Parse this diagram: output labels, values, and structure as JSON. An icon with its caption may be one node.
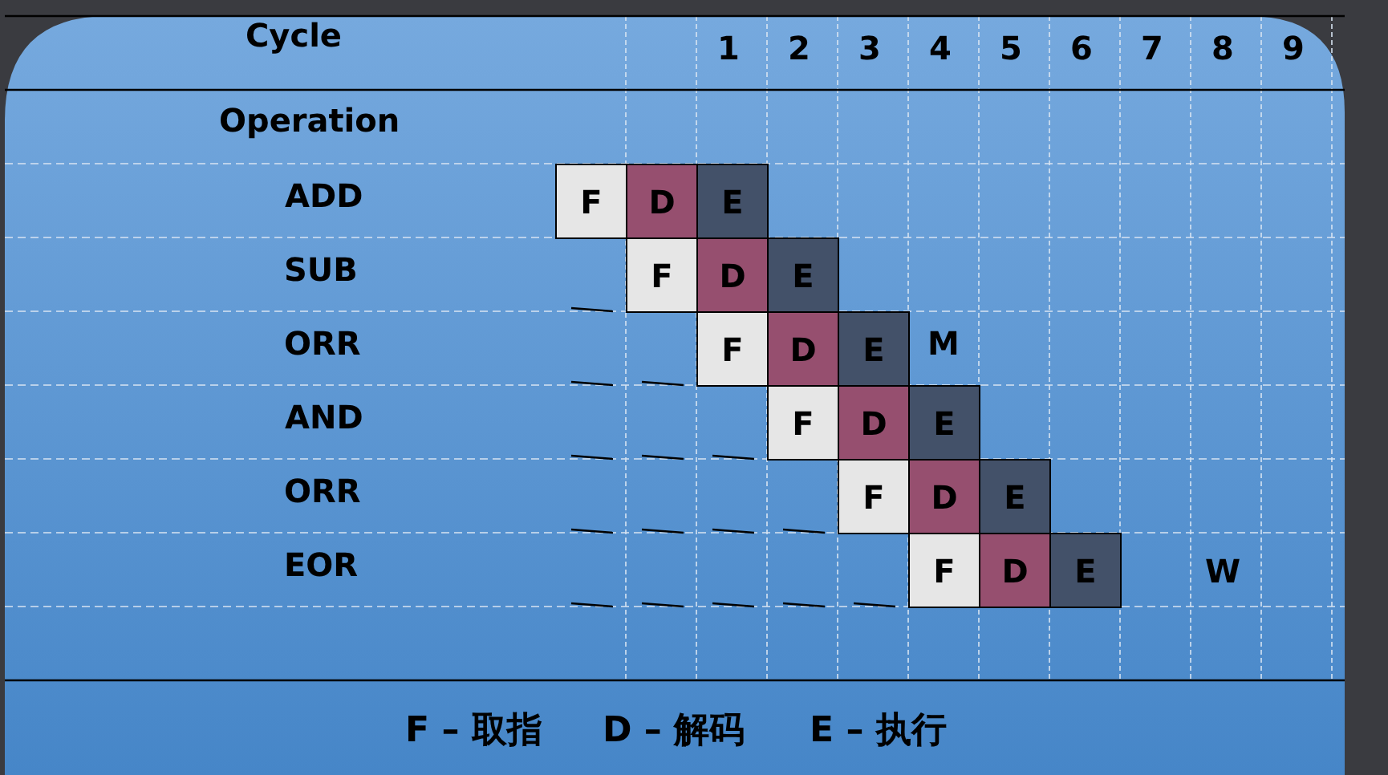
{
  "diagram": {
    "nodes": [
      {
        "text": [
          "F"
        ]
      },
      {
        "text": [
          "D"
        ]
      },
      {
        "text": [
          "E"
        ]
      },
      {
        "text": [
          "F"
        ]
      },
      {
        "text": [
          "D"
        ]
      },
      {
        "text": [
          "E"
        ]
      },
      {
        "text": [
          "F"
        ]
      },
      {
        "text": [
          "D"
        ]
      },
      {
        "text": [
          "E"
        ]
      },
      {
        "text": [
          "F"
        ]
      },
      {
        "text": [
          "D"
        ]
      },
      {
        "text": [
          "E"
        ]
      },
      {
        "text": [
          "F"
        ]
      },
      {
        "text": [
          "D"
        ]
      },
      {
        "text": [
          "E"
        ]
      },
      {
        "text": [
          "F"
        ]
      },
      {
        "text": [
          "D"
        ]
      },
      {
        "text": [
          "E"
        ]
      }
    ],
    "labels": [
      "Cycle",
      "1",
      "2",
      "3",
      "4",
      "5",
      "6",
      "7",
      "8",
      "9",
      "Operation",
      "ADD",
      "SUB",
      "ORR",
      "M",
      "AND",
      "ORR",
      "EOR",
      "W",
      "F – 取指",
      "D – 解码",
      "E – 执行"
    ]
  }
}
